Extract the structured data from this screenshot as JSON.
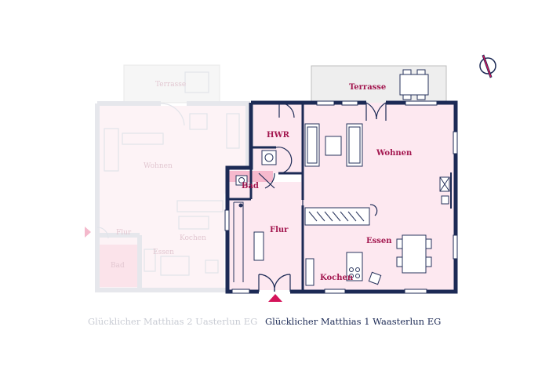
{
  "plan": {
    "rooms": {
      "hwr": "HWR",
      "bad": "Bad",
      "flur": "Flur",
      "terrasse": "Terrasse",
      "wohnen": "Wohnen",
      "essen": "Essen",
      "kochen": "Kochen"
    },
    "ghost_rooms": {
      "terrasse": "Terrasse",
      "wohnen": "Wohnen",
      "flur": "Flur",
      "kochen": "Kochen",
      "essen": "Essen",
      "bad": "Bad"
    },
    "captions": {
      "left": "Glücklicher Matthias 2 Uasterlun EG",
      "right": "Glücklicher Matthias 1 Waasterlun EG"
    },
    "icons": [
      "compass-icon",
      "entrance-arrow-icon"
    ],
    "colors": {
      "wall": "#1c2a55",
      "room_fill": "#fde8f0",
      "bad_fill": "#f6b9cd",
      "label": "#a3174f",
      "accent": "#d4145a",
      "ghost_wall": "#e5e7eb",
      "ghost_fill": "#fdf3f6",
      "terrace_fill": "#eeeeee",
      "furniture_stroke": "#27335c"
    }
  }
}
